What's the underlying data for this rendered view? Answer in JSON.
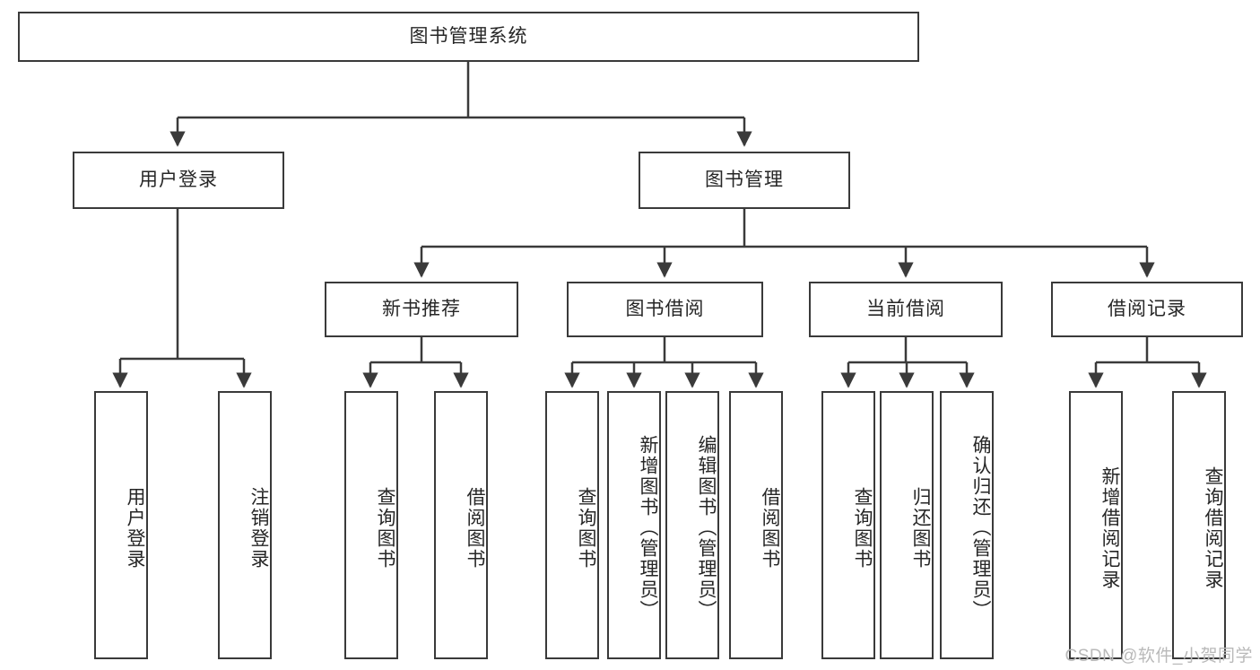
{
  "diagram": {
    "type": "tree",
    "title": "图书管理系统",
    "root": {
      "label": "图书管理系统"
    },
    "level2": [
      {
        "label": "用户登录"
      },
      {
        "label": "图书管理"
      }
    ],
    "level3": [
      {
        "label": "新书推荐"
      },
      {
        "label": "图书借阅"
      },
      {
        "label": "当前借阅"
      },
      {
        "label": "借阅记录"
      }
    ],
    "leaves_user_login": [
      {
        "label": "用户登录"
      },
      {
        "label": "注销登录"
      }
    ],
    "leaves_new_book": [
      {
        "label": "查询图书"
      },
      {
        "label": "借阅图书"
      }
    ],
    "leaves_borrow": [
      {
        "label": "查询图书"
      },
      {
        "label": "新增图书（管理员）"
      },
      {
        "label": "编辑图书（管理员）"
      },
      {
        "label": "借阅图书"
      }
    ],
    "leaves_current": [
      {
        "label": "查询图书"
      },
      {
        "label": "归还图书"
      },
      {
        "label": "确认归还（管理员）"
      }
    ],
    "leaves_record": [
      {
        "label": "新增借阅记录"
      },
      {
        "label": "查询借阅记录"
      }
    ],
    "colors": {
      "border": "#3a3a3a",
      "text": "#262626",
      "background": "#ffffff",
      "watermark": "#b9b9b9"
    }
  },
  "watermark": {
    "text": "CSDN @软件_小贺同学"
  }
}
